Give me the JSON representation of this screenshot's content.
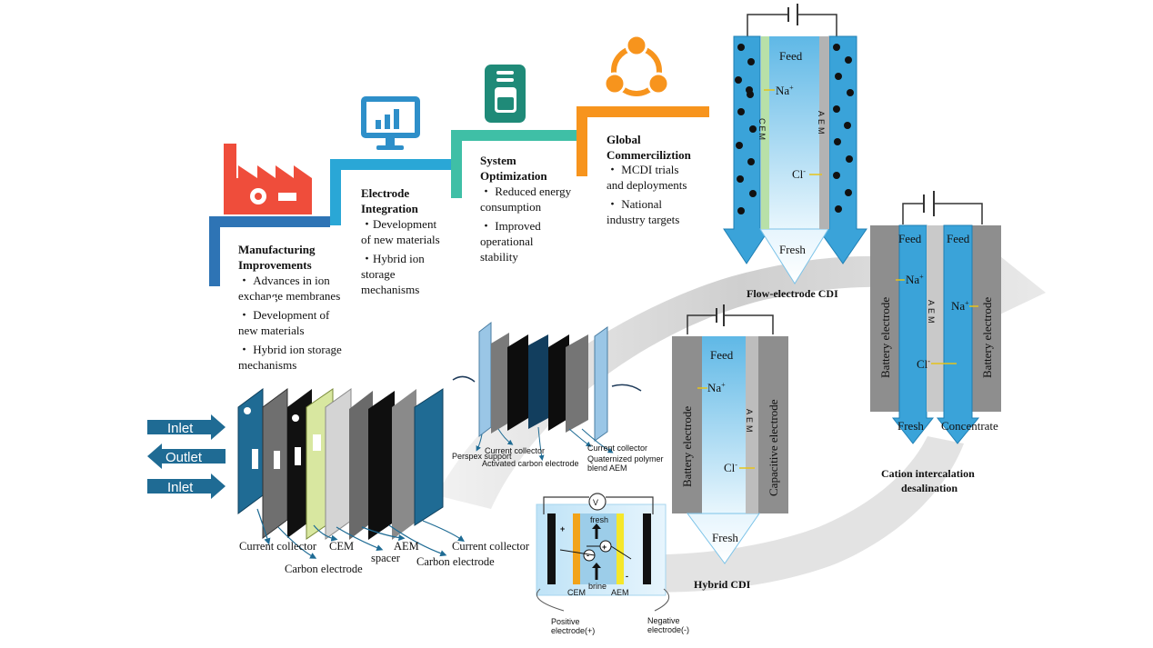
{
  "timeline": {
    "steps": [
      {
        "icon": "factory-icon",
        "color": "#2e74b5",
        "title_lines": [
          "Manufacturing",
          "Improvements"
        ],
        "bullets": [
          [
            "Advances in ion",
            "exchange membranes"
          ],
          [
            "Development of",
            "new materials"
          ],
          [
            "Hybrid ion storage",
            "mechanisms"
          ]
        ]
      },
      {
        "icon": "monitor-chart-icon",
        "color": "#2aa7d6",
        "title_lines": [
          "Electrode",
          "Integration"
        ],
        "bullets": [
          [
            "Development",
            "of new materials"
          ],
          [
            "Hybrid ion",
            "storage",
            "mechanisms"
          ]
        ]
      },
      {
        "icon": "beaker-icon",
        "color": "#3fbfa6",
        "title_lines": [
          "System",
          "Optimization"
        ],
        "bullets": [
          [
            "Reduced energy",
            "consumption"
          ],
          [
            "Improved",
            "operational",
            "stability"
          ]
        ]
      },
      {
        "icon": "network-icon",
        "color": "#f7941d",
        "title_lines": [
          "Global",
          "Commerciliztion"
        ],
        "bullets": [
          [
            "MCDI trials",
            "and deployments"
          ],
          [
            "National",
            "industry targets"
          ]
        ]
      }
    ],
    "bullet_mark": "・"
  },
  "flow_electrode_cdi": {
    "title": "Flow-electrode CDI",
    "feed": "Feed",
    "fresh": "Fresh",
    "cem": "CEM",
    "aem": "AEM",
    "cation": "Na",
    "cation_charge": "+",
    "anion": "Cl",
    "anion_charge": "-"
  },
  "cation_intercalation": {
    "title_lines": [
      "Cation intercalation",
      "desalination"
    ],
    "feed_left": "Feed",
    "feed_right": "Feed",
    "electrode_left": "Battery electrode",
    "electrode_right": "Battery electrode",
    "aem": "AEM",
    "cation_left": "Na",
    "cation_right": "Na",
    "cation_charge": "+",
    "anion": "Cl",
    "anion_charge": "-",
    "out_left": "Fresh",
    "out_right": "Concentrate"
  },
  "hybrid_cdi": {
    "title": "Hybrid CDI",
    "feed": "Feed",
    "fresh": "Fresh",
    "electrode_left": "Battery electrode",
    "electrode_right": "Capacitive electrode",
    "aem": "AEM",
    "cation": "Na",
    "cation_charge": "+",
    "anion": "Cl",
    "anion_charge": "-"
  },
  "mcdi_stack": {
    "inlet_top": "Inlet",
    "outlet": "Outlet",
    "inlet_bottom": "Inlet",
    "labels": [
      "Current collector",
      "Carbon electrode",
      "CEM",
      "spacer",
      "AEM",
      "Carbon electrode",
      "Current collector"
    ]
  },
  "exploded_cell": {
    "labels": [
      "Perspex support",
      "Current collector",
      "Activated carbon electrode",
      "Current collector",
      "Quaternized polymer",
      "blend AEM"
    ]
  },
  "mcdi_cell": {
    "voltmeter": "V",
    "fresh": "fresh",
    "brine": "brine",
    "cem": "CEM",
    "aem": "AEM",
    "plus": "+",
    "minus": "-",
    "positive_lines": [
      "Positive",
      "electrode(+)"
    ],
    "negative_lines": [
      "Negative",
      "electrode(-)"
    ]
  }
}
